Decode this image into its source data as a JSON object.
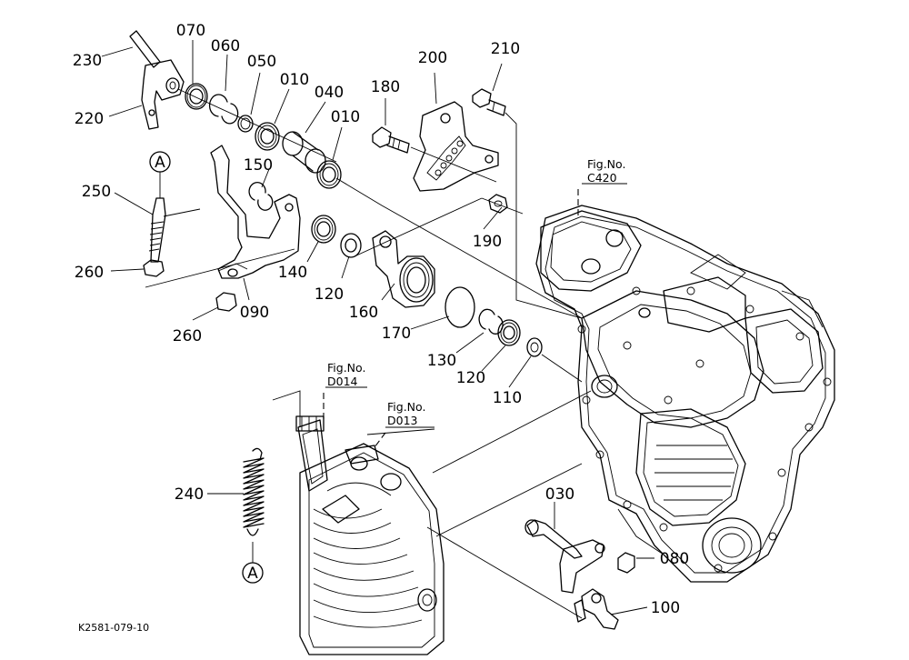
{
  "labels": {
    "p070": "070",
    "p060": "060",
    "p050": "050",
    "p010a": "010",
    "p040": "040",
    "p180": "180",
    "p200": "200",
    "p210": "210",
    "p230": "230",
    "p220": "220",
    "p010b": "010",
    "p150": "150",
    "p250": "250",
    "p260a": "260",
    "p140": "140",
    "p120a": "120",
    "p160": "160",
    "p190": "190",
    "p090": "090",
    "p260b": "260",
    "p170": "170",
    "p130": "130",
    "p120b": "120",
    "p110": "110",
    "p240": "240",
    "p030": "030",
    "p080": "080",
    "p100": "100",
    "ref_a_top": "A",
    "ref_a_bottom": "A"
  },
  "figure_refs": {
    "c420": {
      "title": "Fig.No.",
      "code": "C420"
    },
    "d014": {
      "title": "Fig.No.",
      "code": "D014"
    },
    "d013": {
      "title": "Fig.No.",
      "code": "D013"
    }
  },
  "drawing_code": "K2581-079-10"
}
